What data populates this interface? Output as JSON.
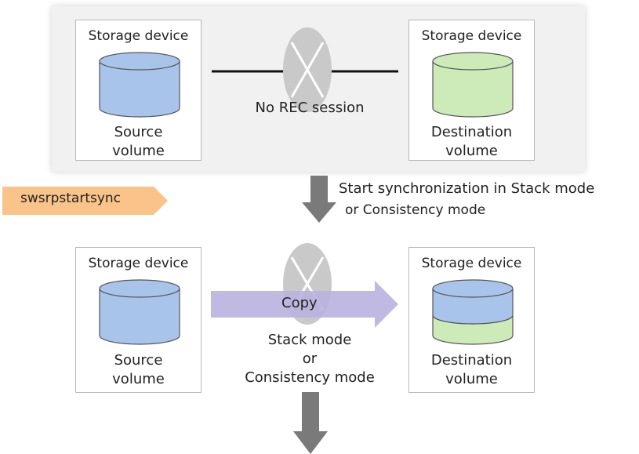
{
  "top": {
    "left_box": {
      "title": "Storage device",
      "label_line1": "Source",
      "label_line2": "volume"
    },
    "right_box": {
      "title": "Storage device",
      "label_line1": "Destination",
      "label_line2": "volume"
    },
    "link_label": "No REC session"
  },
  "command": "swsrpstartsync",
  "step": {
    "line1": "Start synchronization in Stack mode",
    "line2": "or Consistency mode"
  },
  "bottom": {
    "left_box": {
      "title": "Storage device",
      "label_line1": "Source",
      "label_line2": "volume"
    },
    "right_box": {
      "title": "Storage device",
      "label_line1": "Destination",
      "label_line2": "volume"
    },
    "copy_label": "Copy",
    "mode_line1": "Stack mode",
    "mode_line2": "or",
    "mode_line3": "Consistency mode"
  },
  "colors": {
    "source_volume": "#a9c4ea",
    "destination_volume": "#ccebb9",
    "copy_arrow": "#b9b3e0",
    "command_tag": "#f9c389",
    "down_arrow": "#7a7a7a",
    "session_x": "#c9c9c9"
  }
}
